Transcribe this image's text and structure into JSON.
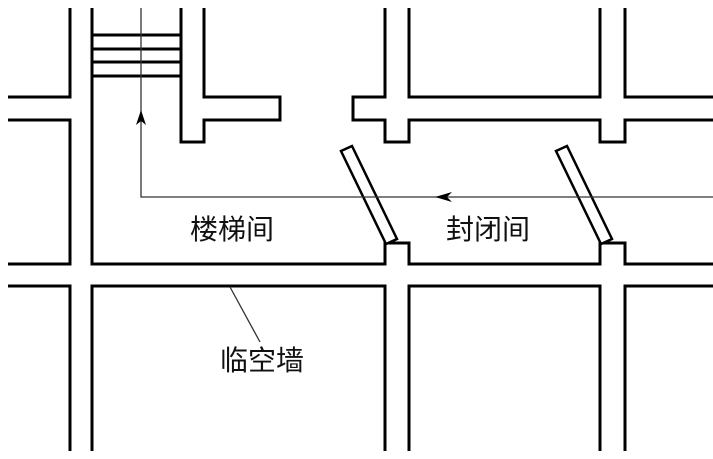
{
  "labels": {
    "stairwell": "楼梯间",
    "enclosed_room": "封闭间",
    "exposed_wall": "临空墙"
  }
}
